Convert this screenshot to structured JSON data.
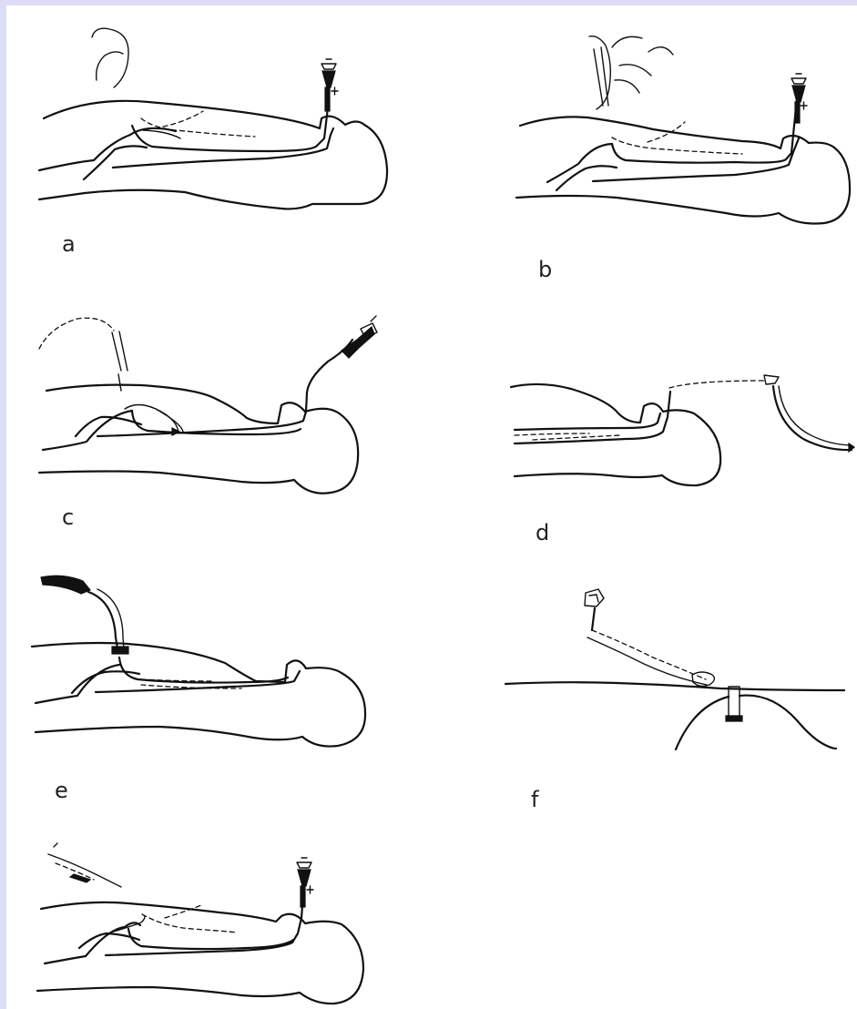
{
  "labels": {
    "a": "a",
    "b": "b",
    "c": "c",
    "d": "d",
    "e": "e",
    "f": "f"
  }
}
